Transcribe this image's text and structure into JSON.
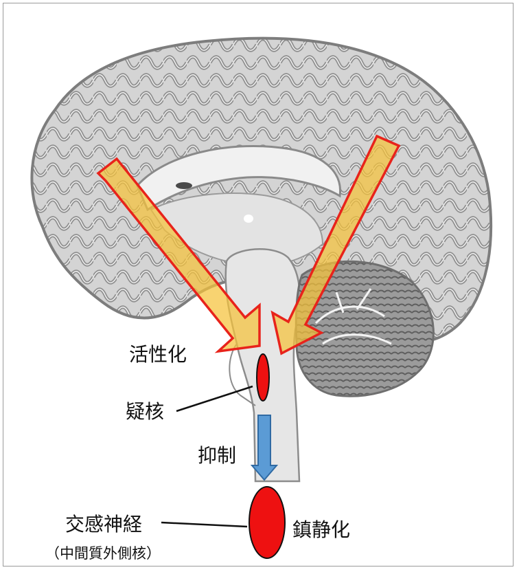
{
  "labels": {
    "activation": "活性化",
    "nucleus_ambiguus": "疑核",
    "inhibition": "抑制",
    "sympathetic": "交感神経",
    "sympathetic_sub": "（中間質外側核）",
    "sedation": "鎮静化"
  },
  "colors": {
    "arrow_fill": "#f5c23a",
    "arrow_stroke": "#e8231b",
    "nucleus": "#ee1111",
    "inhibit_arrow": "#5b9bd5",
    "brain_light": "#d6d6d6",
    "brain_dark": "#8a8a8a"
  }
}
